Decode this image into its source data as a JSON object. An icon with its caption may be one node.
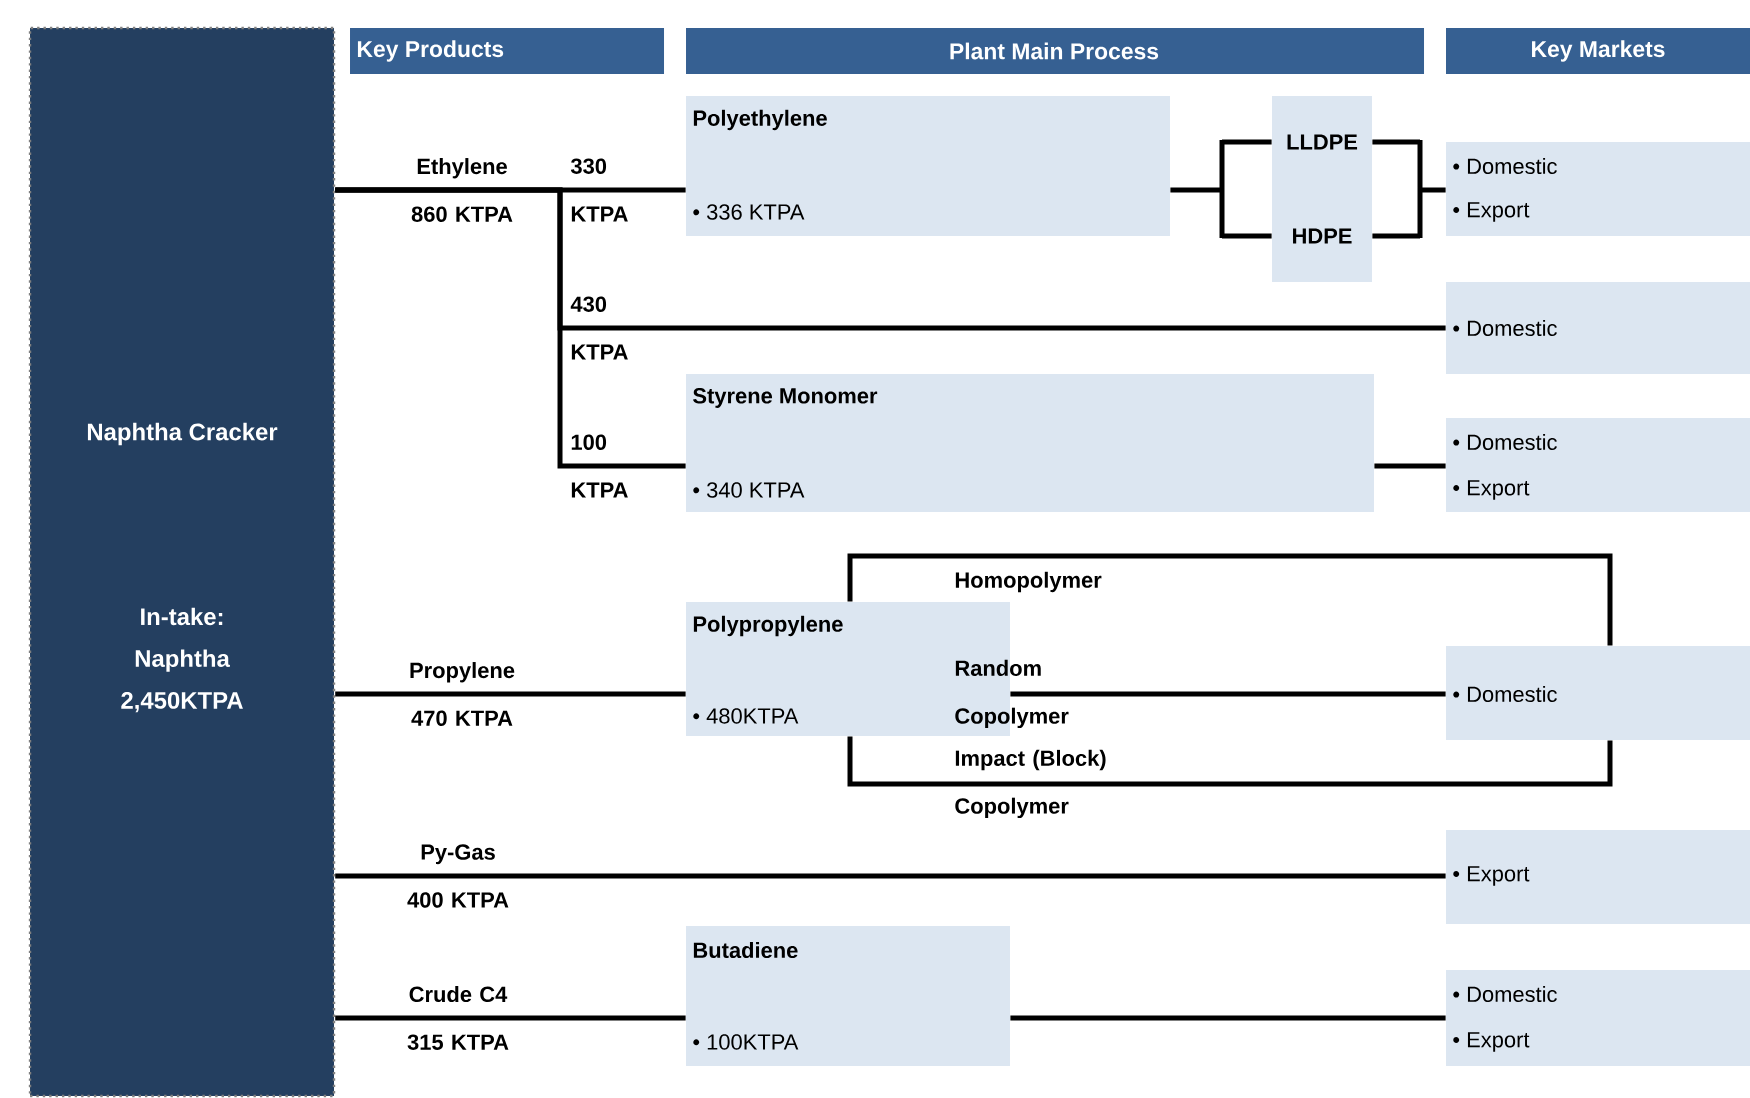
{
  "diagram": {
    "nodes": [
      {
        "text": [
          "Naphtha Cracker",
          "In-take: Naphtha 2,450KTPA"
        ]
      },
      {
        "text": [
          "Key Products"
        ]
      },
      {
        "text": [
          "Plant Main Process"
        ]
      },
      {
        "text": [
          "Key Markets"
        ]
      },
      {
        "text": [
          "Polyethylene",
          "• 336 KTPA"
        ]
      },
      {
        "text": [
          "LLDPE",
          "HDPE"
        ]
      },
      {
        "text": [
          "• Domestic",
          "• Export"
        ]
      },
      {
        "text": [
          "• Domestic"
        ]
      },
      {
        "text": [
          "Styrene Monomer",
          "• 340 KTPA"
        ]
      },
      {
        "text": [
          "• Domestic",
          "• Export"
        ]
      },
      {
        "text": [
          "Polypropylene",
          "• 480KTPA"
        ]
      },
      {
        "text": [
          "• Domestic"
        ]
      },
      {
        "text": [
          "• Export"
        ]
      },
      {
        "text": [
          "Butadiene",
          "• 100KTPA"
        ]
      },
      {
        "text": [
          "• Domestic",
          "• Export"
        ]
      }
    ],
    "edges": [
      {
        "from": 0,
        "to": 4,
        "arrow": "none",
        "label": "330 KTPA"
      },
      {
        "from": 0,
        "to": 7,
        "arrow": "none",
        "label": "430 KTPA"
      },
      {
        "from": 0,
        "to": 8,
        "arrow": "none",
        "label": "100 KTPA"
      },
      {
        "from": 4,
        "to": 5,
        "arrow": "none"
      },
      {
        "from": 5,
        "to": 6,
        "arrow": "none"
      },
      {
        "from": 8,
        "to": 9,
        "arrow": "none"
      },
      {
        "from": 0,
        "to": 10,
        "arrow": "none",
        "label": "Propylene 470 KTPA"
      },
      {
        "from": 10,
        "to": 11,
        "arrow": "none",
        "label": "Homopolymer"
      },
      {
        "from": 10,
        "to": 11,
        "arrow": "none",
        "label": "Random Copolymer"
      },
      {
        "from": 10,
        "to": 11,
        "arrow": "none",
        "label": "Impact (Block) Copolymer"
      },
      {
        "from": 0,
        "to": 12,
        "arrow": "none",
        "label": "Py-Gas 400 KTPA"
      },
      {
        "from": 0,
        "to": 13,
        "arrow": "none",
        "label": "Crude C4 315 KTPA"
      },
      {
        "from": 13,
        "to": 14,
        "arrow": "none"
      }
    ],
    "labels": [
      "Ethylene 860 KTPA"
    ]
  }
}
